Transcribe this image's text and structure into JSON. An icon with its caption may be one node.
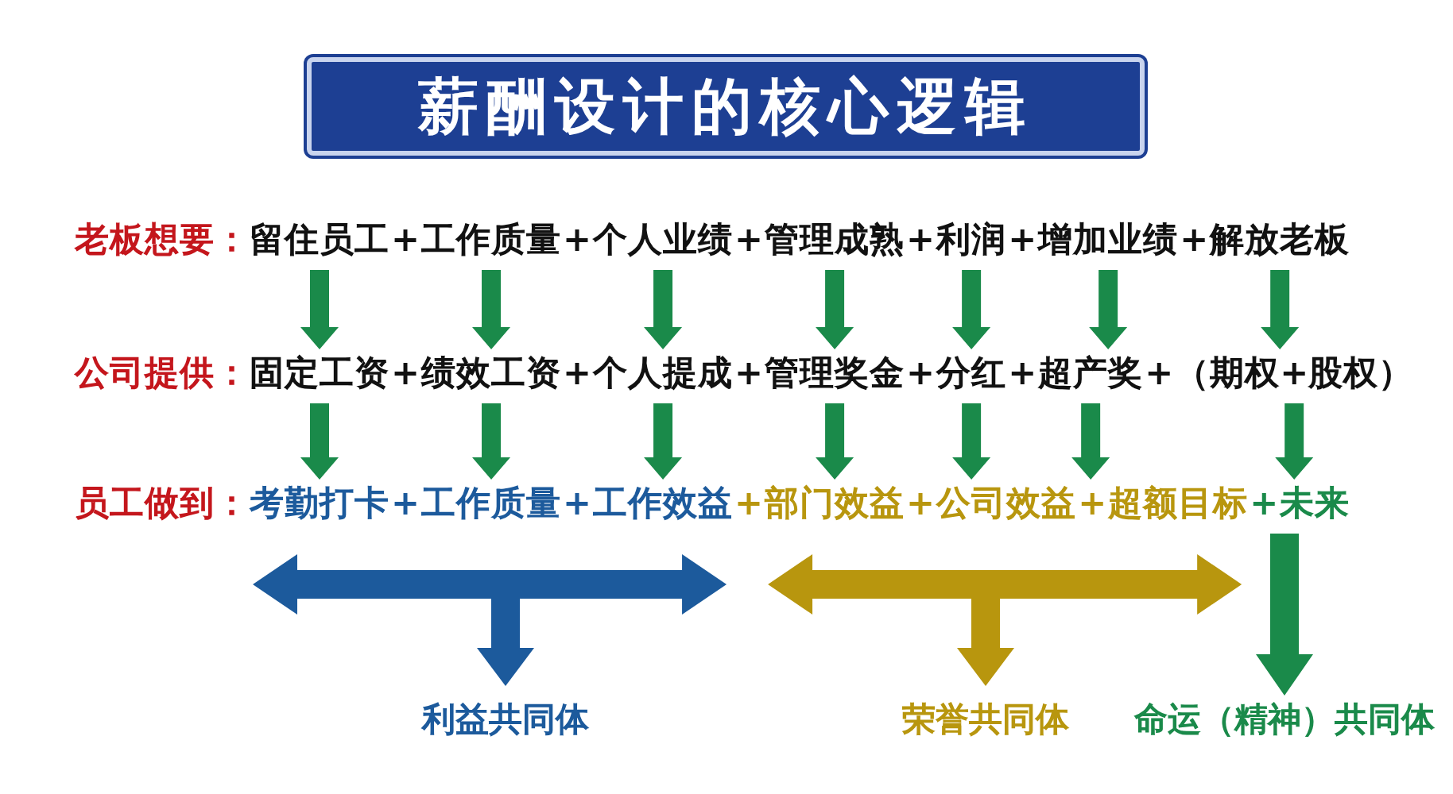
{
  "diagram": {
    "nodes": [
      {
        "text": [
          "薪酬设计的核心逻辑"
        ]
      },
      {
        "text": [
          "留住员工"
        ]
      },
      {
        "text": [
          "工作质量"
        ]
      },
      {
        "text": [
          "个人业绩"
        ]
      },
      {
        "text": [
          "管理成熟"
        ]
      },
      {
        "text": [
          "利润"
        ]
      },
      {
        "text": [
          "增加业绩"
        ]
      },
      {
        "text": [
          "解放老板"
        ]
      },
      {
        "text": [
          "固定工资"
        ]
      },
      {
        "text": [
          "绩效工资"
        ]
      },
      {
        "text": [
          "个人提成"
        ]
      },
      {
        "text": [
          "管理奖金"
        ]
      },
      {
        "text": [
          "分红"
        ]
      },
      {
        "text": [
          "超产奖"
        ]
      },
      {
        "text": [
          "（期权+股权）"
        ]
      },
      {
        "text": [
          "考勤打卡"
        ]
      },
      {
        "text": [
          "工作质量"
        ]
      },
      {
        "text": [
          "工作效益"
        ]
      },
      {
        "text": [
          "部门效益"
        ]
      },
      {
        "text": [
          "公司效益"
        ]
      },
      {
        "text": [
          "超额目标"
        ]
      },
      {
        "text": [
          "未来"
        ]
      },
      {
        "text": [
          "利益共同体"
        ]
      },
      {
        "text": [
          "荣誉共同体"
        ]
      },
      {
        "text": [
          "命运（精神）共同体"
        ]
      }
    ],
    "edges": [
      {
        "from": 1,
        "to": 8,
        "arrow": "to"
      },
      {
        "from": 2,
        "to": 9,
        "arrow": "to"
      },
      {
        "from": 3,
        "to": 10,
        "arrow": "to"
      },
      {
        "from": 4,
        "to": 11,
        "arrow": "to"
      },
      {
        "from": 5,
        "to": 12,
        "arrow": "to"
      },
      {
        "from": 6,
        "to": 13,
        "arrow": "to"
      },
      {
        "from": 7,
        "to": 14,
        "arrow": "to"
      },
      {
        "from": 8,
        "to": 15,
        "arrow": "to"
      },
      {
        "from": 9,
        "to": 16,
        "arrow": "to"
      },
      {
        "from": 10,
        "to": 17,
        "arrow": "to"
      },
      {
        "from": 11,
        "to": 18,
        "arrow": "to"
      },
      {
        "from": 12,
        "to": 19,
        "arrow": "to"
      },
      {
        "from": 13,
        "to": 20,
        "arrow": "to"
      },
      {
        "from": 14,
        "to": 21,
        "arrow": "to"
      },
      {
        "from": 15,
        "to": 22,
        "arrow": "both",
        "color": "#1c5a9c"
      },
      {
        "from": 16,
        "to": 22,
        "arrow": "to",
        "color": "#1c5a9c"
      },
      {
        "from": 17,
        "to": 22,
        "arrow": "both",
        "color": "#1c5a9c"
      },
      {
        "from": 18,
        "to": 23,
        "arrow": "both",
        "color": "#b8960e"
      },
      {
        "from": 19,
        "to": 23,
        "arrow": "to",
        "color": "#b8960e"
      },
      {
        "from": 20,
        "to": 23,
        "arrow": "both",
        "color": "#b8960e"
      },
      {
        "from": 21,
        "to": 24,
        "arrow": "to"
      }
    ],
    "labels": [
      "老板想要：",
      "+",
      "+",
      "+",
      "+",
      "+",
      "+",
      "公司提供：",
      "+",
      "+",
      "+",
      "+",
      "+",
      "+",
      "员工做到：",
      "+",
      "+",
      "+",
      "+",
      "+",
      "+"
    ]
  }
}
